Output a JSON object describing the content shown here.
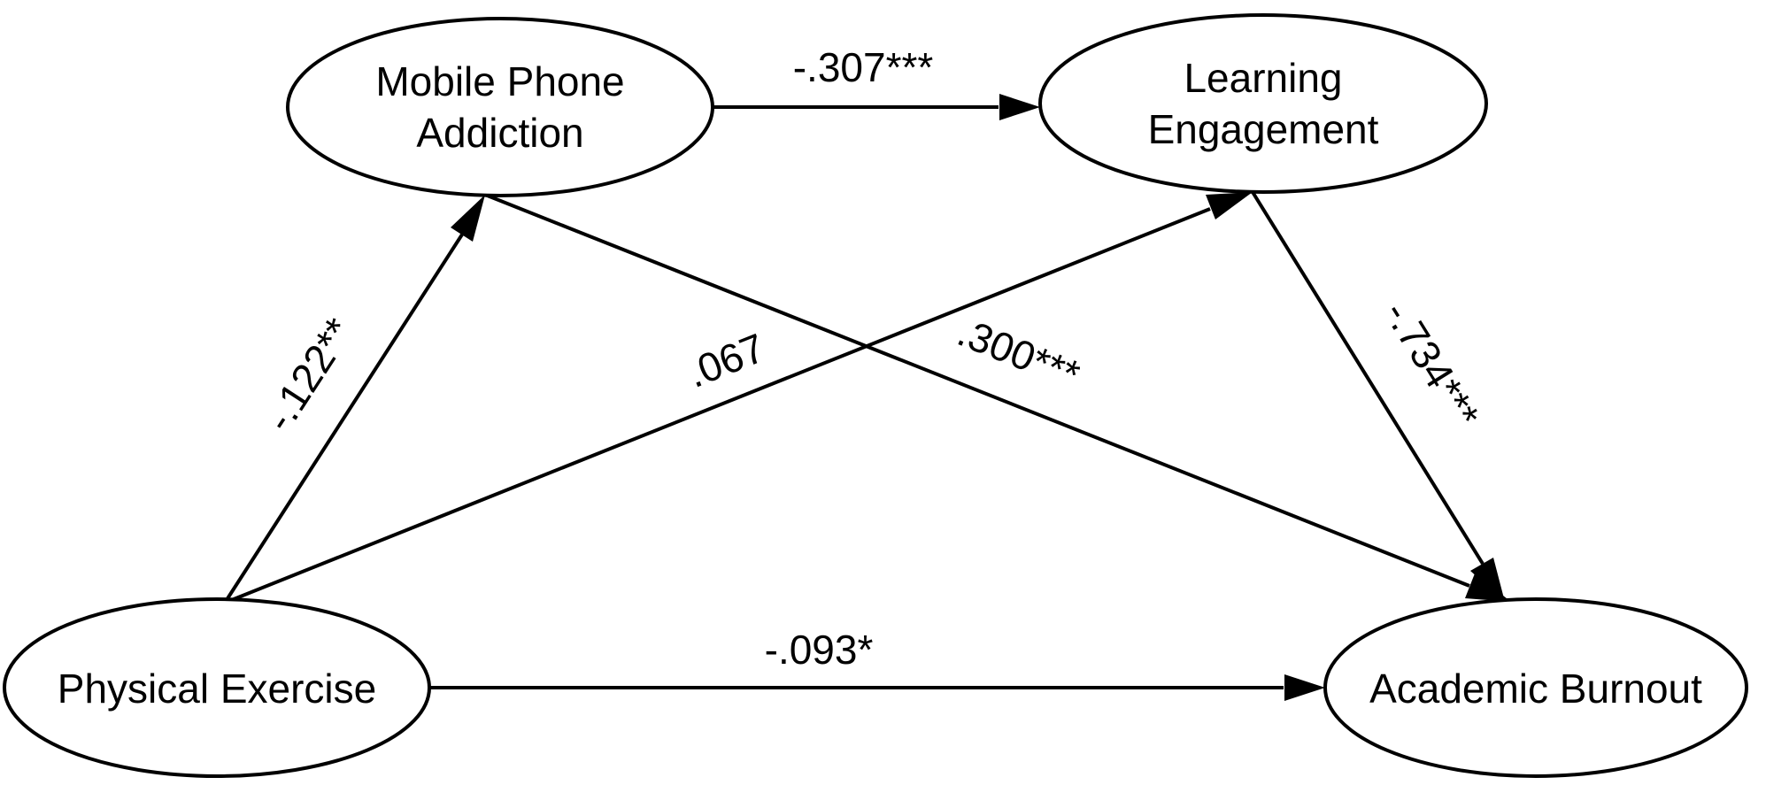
{
  "colors": {
    "stroke": "#000000",
    "background": "#ffffff"
  },
  "nodes": {
    "mobile_phone_addiction": {
      "lines": [
        "Mobile Phone",
        "Addiction"
      ]
    },
    "learning_engagement": {
      "lines": [
        "Learning",
        "Engagement"
      ]
    },
    "physical_exercise": {
      "lines": [
        "Physical Exercise"
      ]
    },
    "academic_burnout": {
      "lines": [
        "Academic Burnout"
      ]
    }
  },
  "paths": {
    "mpa_to_le": {
      "from": "Mobile Phone Addiction",
      "to": "Learning Engagement",
      "label": "-.307***"
    },
    "pe_to_mpa": {
      "from": "Physical Exercise",
      "to": "Mobile Phone Addiction",
      "label": "-.122**"
    },
    "pe_to_le": {
      "from": "Physical Exercise",
      "to": "Learning Engagement",
      "label": ".067"
    },
    "mpa_to_ab": {
      "from": "Mobile Phone Addiction",
      "to": "Academic Burnout",
      "label": ".300***"
    },
    "le_to_ab": {
      "from": "Learning Engagement",
      "to": "Academic Burnout",
      "label": "-.734***"
    },
    "pe_to_ab": {
      "from": "Physical Exercise",
      "to": "Academic Burnout",
      "label": "-.093*"
    }
  }
}
